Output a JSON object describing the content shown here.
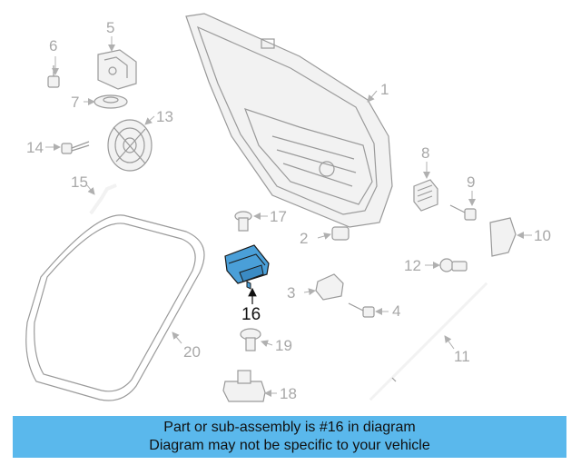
{
  "diagram": {
    "labels": [
      "1",
      "2",
      "3",
      "4",
      "5",
      "6",
      "7",
      "8",
      "9",
      "10",
      "11",
      "12",
      "13",
      "14",
      "15",
      "16",
      "17",
      "18",
      "19",
      "20"
    ],
    "highlight_label": "16",
    "highlight_color": "#4a9fd8",
    "line_color": "#9a9a9a"
  },
  "banner": {
    "line1": "Part or sub-assembly is #16 in diagram",
    "line2": "Diagram may not be specific to your vehicle",
    "background": "#5ab8ec"
  }
}
